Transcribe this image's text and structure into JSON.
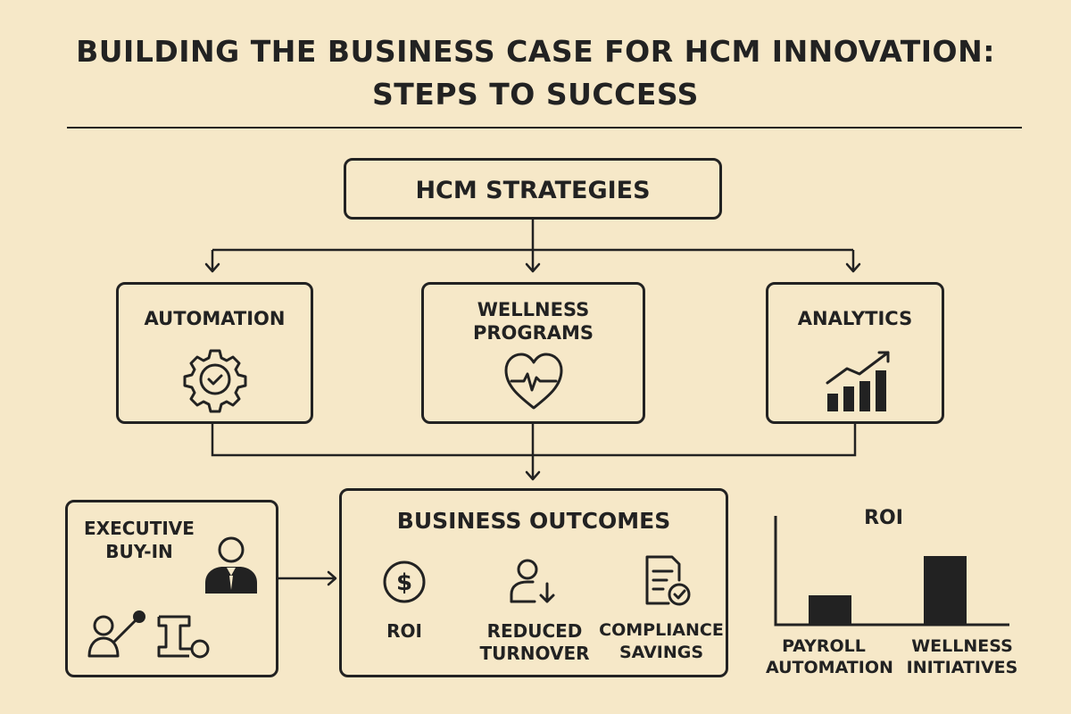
{
  "title": {
    "line1": "BUILDING THE BUSINESS CASE FOR HCM INNOVATION:",
    "line2": "STEPS TO SUCCESS"
  },
  "root": {
    "label": "HCM STRATEGIES"
  },
  "strategies": [
    {
      "label": "AUTOMATION",
      "icon": "gear-check-icon"
    },
    {
      "label_line1": "WELLNESS",
      "label_line2": "PROGRAMS",
      "icon": "heart-pulse-icon"
    },
    {
      "label": "ANALYTICS",
      "icon": "bar-chart-trend-icon"
    }
  ],
  "executive": {
    "label_line1": "EXECUTIVE",
    "label_line2": "BUY-IN",
    "icons": [
      "businessman-icon",
      "user-pointer-icon",
      "workflow-icon"
    ]
  },
  "outcomes": {
    "title": "BUSINESS OUTCOMES",
    "items": [
      {
        "label_line1": "ROI",
        "label_line2": "",
        "icon": "dollar-coin-icon"
      },
      {
        "label_line1": "REDUCED",
        "label_line2": "TURNOVER",
        "icon": "user-down-icon"
      },
      {
        "label_line1": "COMPLIANCE",
        "label_line2": "SAVINGS",
        "icon": "document-check-icon"
      }
    ]
  },
  "chart_data": {
    "type": "bar",
    "title": "ROI",
    "categories": [
      "PAYROLL AUTOMATION",
      "WELLNESS INITIATIVES"
    ],
    "category_lines": [
      [
        "PAYROLL",
        "AUTOMATION"
      ],
      [
        "WELLNESS",
        "INITIATIVES"
      ]
    ],
    "values": [
      0.3,
      0.7
    ],
    "ylim": [
      0,
      1
    ],
    "grid": false,
    "colors": {
      "bar": "#222222",
      "axis": "#222222"
    }
  },
  "colors": {
    "background": "#f6e8c8",
    "ink": "#222222"
  }
}
